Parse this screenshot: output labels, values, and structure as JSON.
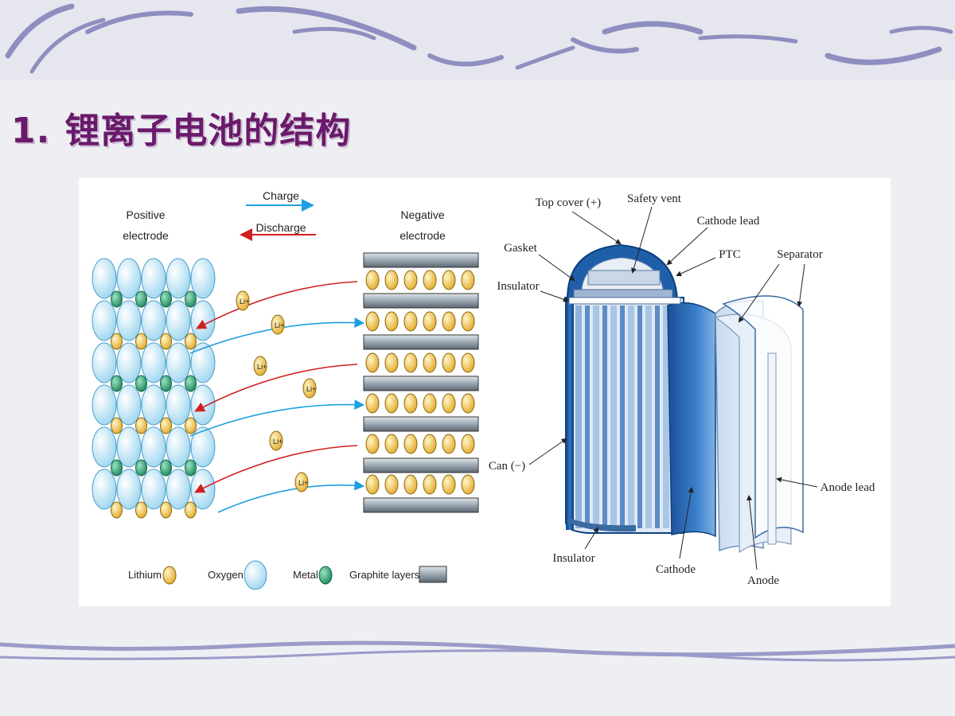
{
  "slide": {
    "number": "1.",
    "title": "锂离子电池的结构"
  },
  "left_diagram": {
    "charge_label": "Charge",
    "discharge_label": "Discharge",
    "positive_label_line1": "Positive",
    "positive_label_line2": "electrode",
    "negative_label_line1": "Negative",
    "negative_label_line2": "electrode",
    "ion_label": "Li+",
    "legend": {
      "lithium": "Lithium",
      "oxygen": "Oxygen",
      "metal": "Metal",
      "graphite": "Graphite layers"
    }
  },
  "right_diagram": {
    "labels": {
      "top_cover": "Top cover (+)",
      "safety_vent": "Safety vent",
      "cathode_lead": "Cathode lead",
      "gasket": "Gasket",
      "ptc": "PTC",
      "separator": "Separator",
      "insulator_top": "Insulator",
      "can": "Can (−)",
      "anode_lead": "Anode lead",
      "insulator_bottom": "Insulator",
      "cathode": "Cathode",
      "anode": "Anode"
    }
  },
  "colors": {
    "title": "#6a1a6a",
    "oxygen": "#bfe6f7",
    "metal": "#3aa37a",
    "lithium": "#f0c44a",
    "graphite": "#8d9aa6",
    "charge_arrow": "#1ea0e0",
    "discharge_arrow": "#d02020",
    "cathode_blue": "#1f5ea8"
  }
}
